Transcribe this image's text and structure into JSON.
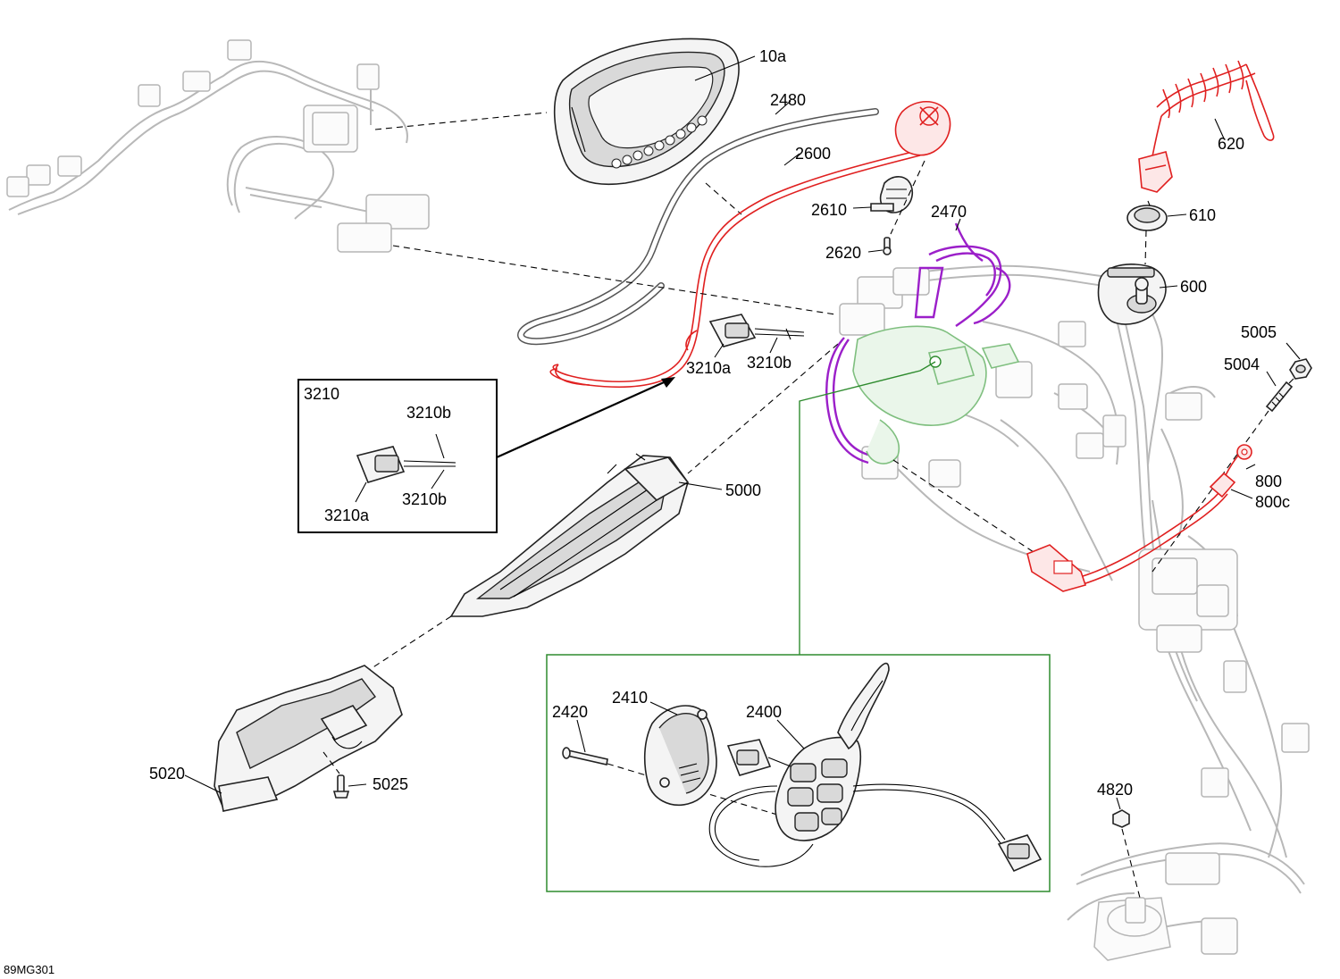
{
  "figure_code": "89MG301",
  "inset_3210": {
    "title": "3210"
  },
  "callouts": {
    "c10a": "10a",
    "c2480": "2480",
    "c2600": "2600",
    "c2610": "2610",
    "c2620": "2620",
    "c2470": "2470",
    "c620": "620",
    "c610": "610",
    "c600": "600",
    "c5005": "5005",
    "c5004": "5004",
    "c3210a": "3210a",
    "c3210b": "3210b",
    "c5000": "5000",
    "c800": "800",
    "c800c": "800c",
    "c5020": "5020",
    "c5025": "5025",
    "c2420": "2420",
    "c2410": "2410",
    "c2400": "2400",
    "c4820": "4820",
    "inset_3210b_top": "3210b",
    "inset_3210b_bottom": "3210b",
    "inset_3210a": "3210a"
  },
  "colors": {
    "highlight_red": "#e02020",
    "highlight_purple": "#9b1fc9",
    "highlight_green": "#2e8b2e",
    "ghost_gray": "#b8b8b8",
    "line_black": "#000000"
  }
}
